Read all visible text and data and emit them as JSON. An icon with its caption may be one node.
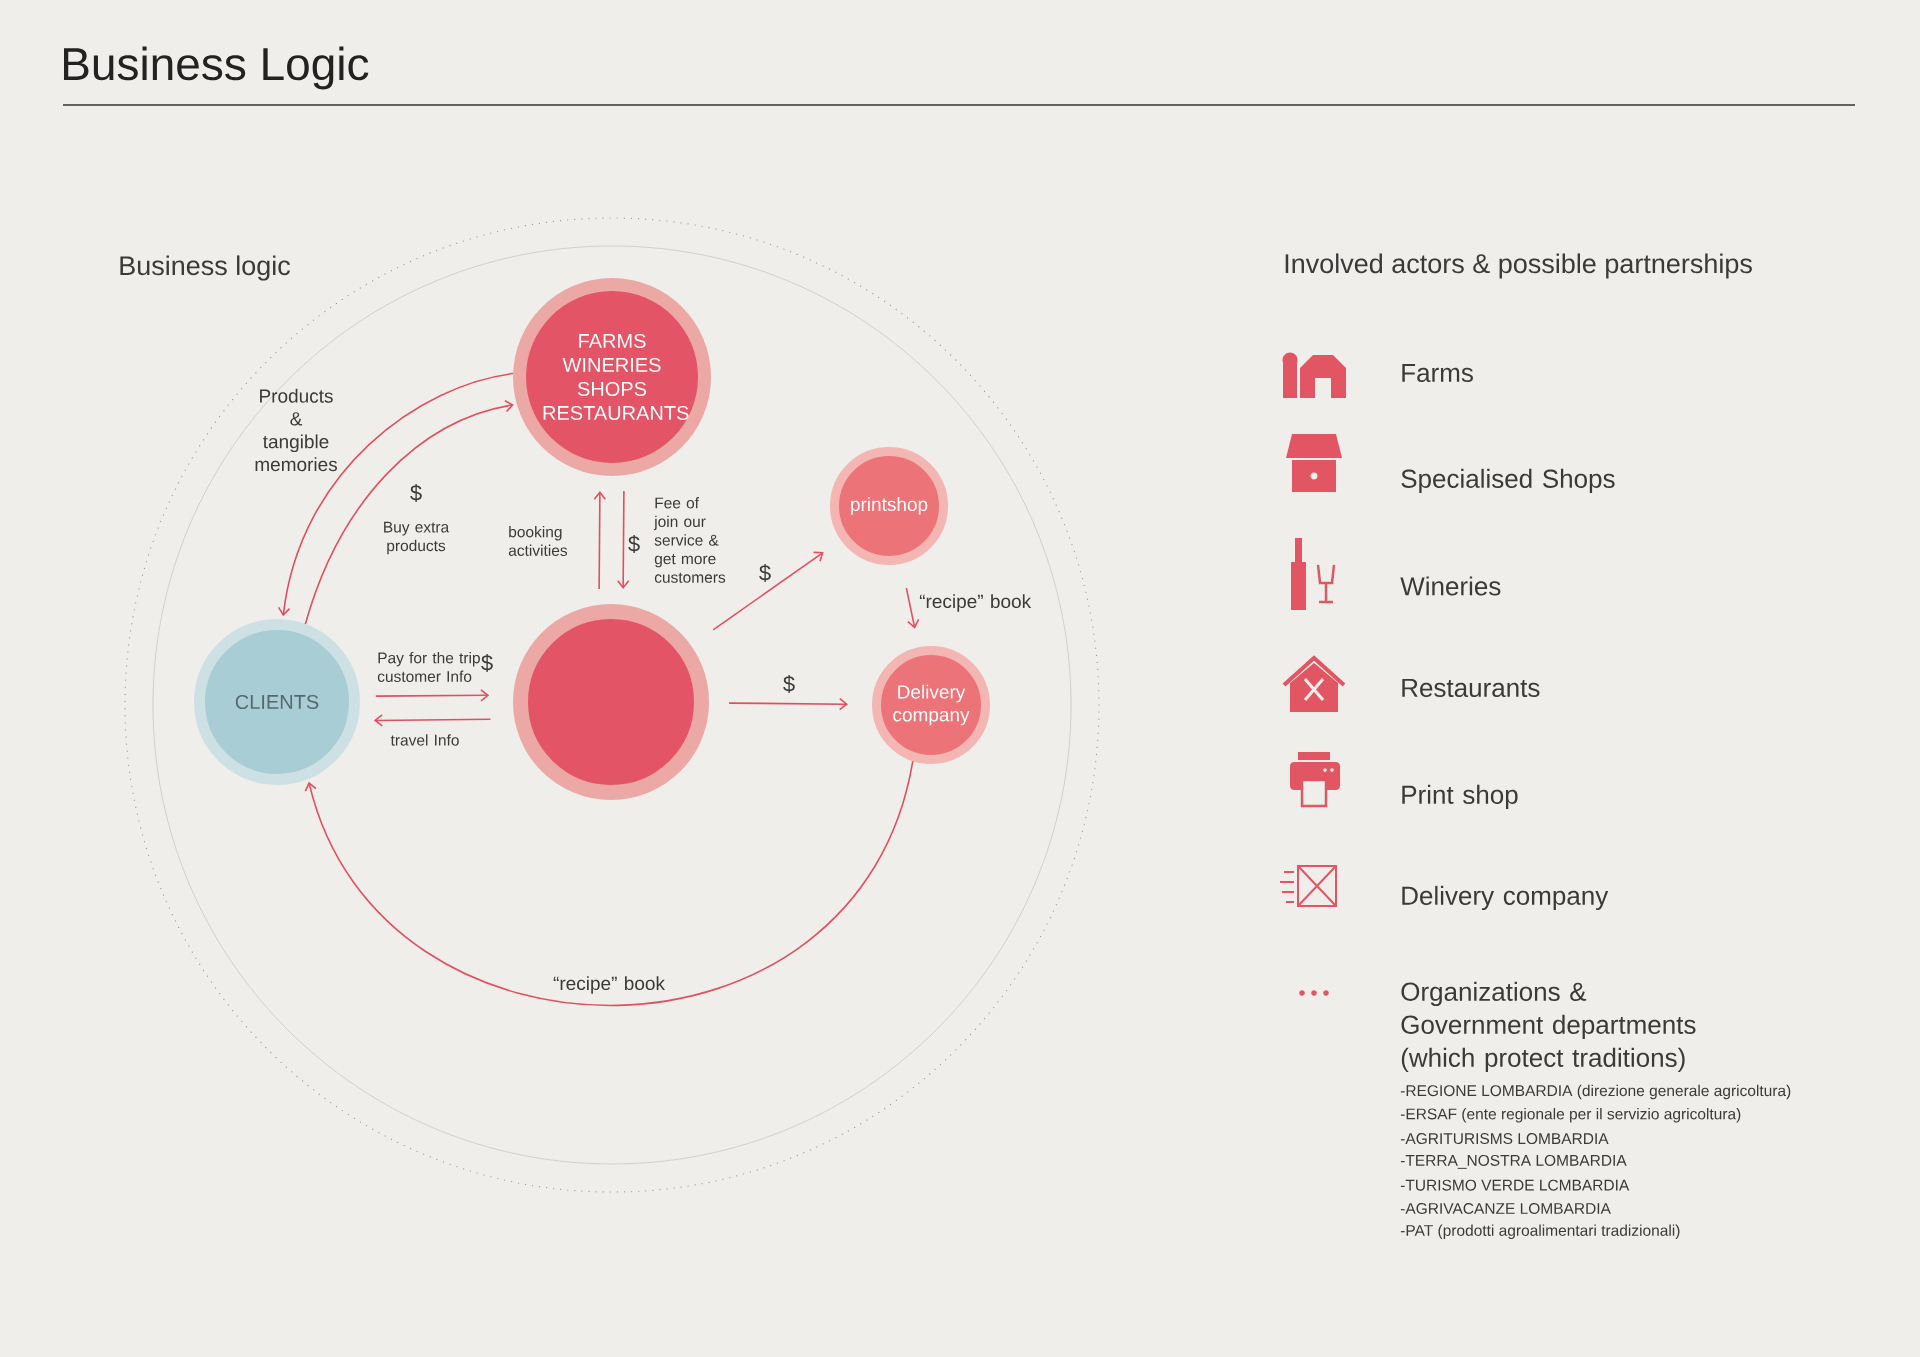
{
  "diagram": {
    "title": "Business Logic",
    "nodes": [
      {
        "text": [
          "FARMS WINERIES SHOPS RESTAURANTS"
        ]
      },
      {
        "text": [
          "CLIENTS"
        ]
      },
      {
        "text": [],
        "shape": "circle"
      },
      {
        "text": [
          "printshop"
        ]
      },
      {
        "text": [
          "Delivery company"
        ]
      }
    ],
    "edges": [
      {
        "from": 0,
        "to": 1,
        "arrow": "to",
        "label": "Products & tangible memories"
      },
      {
        "from": 1,
        "to": 0,
        "arrow": "to",
        "label": "Buy extra products"
      },
      {
        "from": 2,
        "to": 0,
        "arrow": "to",
        "label": "booking activities"
      },
      {
        "from": 0,
        "to": 2,
        "arrow": "to",
        "label": "Fee of join our service & get more customers"
      },
      {
        "from": 2,
        "to": 3,
        "arrow": "to",
        "label": "$"
      },
      {
        "from": 3,
        "to": 4,
        "arrow": "to",
        "label": "“recipe” book"
      },
      {
        "from": 1,
        "to": 2,
        "arrow": "to",
        "label": "Pay for the trip customer Info"
      },
      {
        "from": 2,
        "to": 1,
        "arrow": "to",
        "label": "travel Info"
      },
      {
        "from": 2,
        "to": 4,
        "arrow": "to",
        "label": "$"
      },
      {
        "from": 4,
        "to": 1,
        "arrow": "to",
        "label": "“recipe” book"
      }
    ],
    "labels": [
      "Business logic",
      "Involved actors & possible partnerships",
      "$",
      "$",
      "$",
      "-REGIONE LOMBARDIA (direzione generale agricoltura)",
      "-ERSAF (ente regionale per il servizio agricoltura)",
      "-AGRITURISMS LOMBARDIA",
      "-TERRA_NOSTRA LOMBARDIA",
      "-TURISMO VERDE LCMBARDIA",
      "-AGRIVACANZE LOMBARDIA",
      "-PAT (prodotti agroalimentari tradizionali)"
    ],
    "legend": [
      {
        "text": "Farms"
      },
      {
        "text": "Specialised Shops"
      },
      {
        "text": "Wineries"
      },
      {
        "text": "Restaurants"
      },
      {
        "text": "Print shop"
      },
      {
        "text": "Delivery company"
      },
      {
        "text": "Organizations & Government departments (which protect traditions)"
      }
    ]
  }
}
